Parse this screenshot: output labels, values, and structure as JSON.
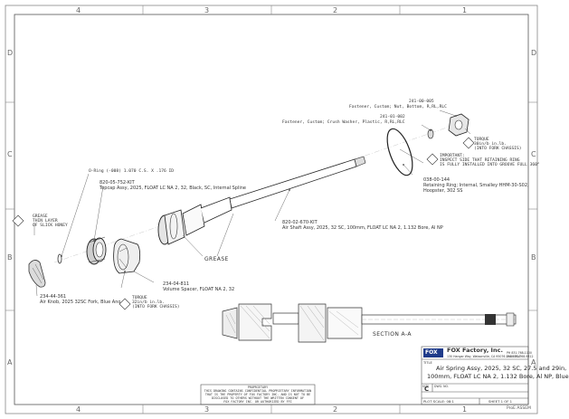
{
  "zones": {
    "columns": [
      "4",
      "3",
      "2",
      "1"
    ],
    "rows": [
      "D",
      "C",
      "B",
      "A"
    ]
  },
  "callouts": {
    "oring": "O-Ring (-008) 1.070 C.S. X .176 ID",
    "topcap_pn": "820-05-752-KIT",
    "topcap_desc": "Topcap Assy, 2025, FLOAT LC NA 2, 32, Black, SC, Internal Spline",
    "grease_note": [
      "GREASE",
      "THIN LAYER",
      "OF SLICK HONEY"
    ],
    "knob_pn": "234-44-361",
    "knob_desc": "Air Knob, 2025 32SC Fork, Blue Ano",
    "torque1": [
      "TORQUE",
      "32in/b in.lb.",
      "(INTO FORK CHASSIS)"
    ],
    "spacer_pn": "234-04-811",
    "spacer_desc": "Volume Spacer, FLOAT NA 2, 32",
    "grease": "GREASE",
    "shaft_pn": "820-02-670-KIT",
    "shaft_desc": "Air Shaft Assy, 2025, 32 SC, 100mm, FLOAT LC NA 2, 1.132 Bore, Al NP",
    "nut_pn": "241-00-005",
    "nut_desc": "Fastener, Custom; Nut, Bottom, R,RL,RLC",
    "washer_pn": "241-01-002",
    "washer_desc": "Fastener, Custom; Crush Washer, Plastic, R,RL,RLC",
    "torque2": [
      "TORQUE",
      "30in/b in.lb.",
      "(INTO FORK CHASSIS)"
    ],
    "important": [
      "IMPORTANT:",
      "INSPECT SIDE THAT RETAINING RING",
      "IS FULLY INSTALLED INTO GROOVE FULL 360°"
    ],
    "ring_pn": "038-00-144",
    "ring_desc": [
      "Retaining Ring; Internal, Smalley HHM-30-S02,",
      "Hoopster, 302 SS"
    ],
    "section": "SECTION  A-A"
  },
  "titleblock": {
    "company": "FOX Factory, Inc.",
    "address": "130 Hangar Way, Watsonville, CA 95076-2404 USA",
    "phones": [
      "PH 831-768-1100",
      "FAX 831-768-9312"
    ],
    "title_label": "TITLE",
    "title_line1": "Air Spring Assy, 2025, 32 SC, 27.5 and 29in,",
    "title_line2": "100mm, FLOAT LC NA 2, 1.132 Bore, Al NP, Blue",
    "size_label": "SIZE",
    "dwg_label": "DWG. NO.",
    "size_value": "C",
    "plot_scale": "PLOT SCALE: 08:1",
    "sheet": "SHEET 1 OF 1",
    "logo": "FOX",
    "proe": "ProE ASSEM"
  },
  "proprietary": [
    "PROPRIETARY",
    "THIS DRAWING CONTAINS CONFIDENTIAL PROPRIETARY INFORMATION",
    "THAT IS THE PROPERTY OF FOX FACTORY INC. AND IS NOT TO BE",
    "DISCLOSED TO OTHERS WITHOUT THE WRITTEN CONSENT OF",
    "FOX FACTORY INC. OR AUTHORIZED BY FFI"
  ]
}
